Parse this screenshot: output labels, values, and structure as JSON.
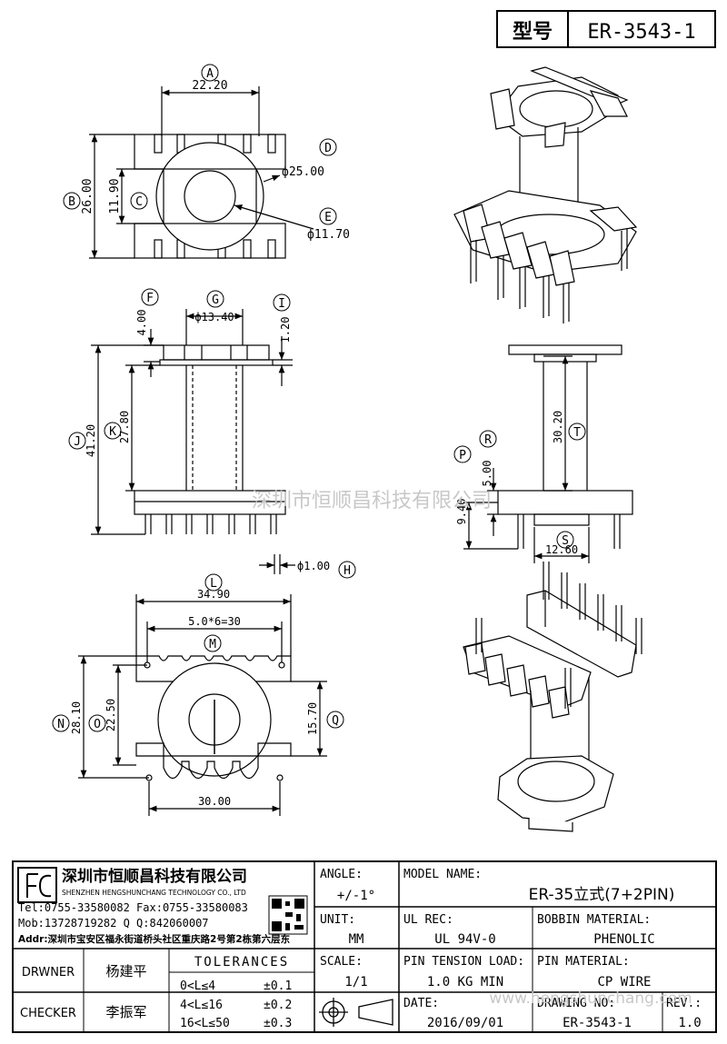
{
  "header": {
    "model_label": "型号",
    "model_value": "ER-3543-1"
  },
  "top_view": {
    "A": "A",
    "B": "B",
    "C": "C",
    "D": "D",
    "E": "E",
    "dim_a": "22.20",
    "dim_b": "26.00",
    "dim_c": "11.90",
    "dim_d": "ф25.00",
    "dim_e": "ф11.70"
  },
  "front_view": {
    "F": "F",
    "G": "G",
    "H": "H",
    "I": "I",
    "J": "J",
    "K": "K",
    "dim_f": "4.00",
    "dim_g": "ф13.40",
    "dim_h": "ф1.00",
    "dim_i": "1.20",
    "dim_j": "41.20",
    "dim_k": "27.80"
  },
  "side_view": {
    "P": "P",
    "R": "R",
    "S": "S",
    "T": "T",
    "dim_p": "9.40",
    "dim_r": "5.00",
    "dim_s": "12.60",
    "dim_t": "30.20"
  },
  "bottom_view": {
    "L": "L",
    "M": "M",
    "N": "N",
    "O": "O",
    "Q": "Q",
    "dim_l": "34.90",
    "dim_m": "5.0*6=30",
    "dim_n": "28.10",
    "dim_o": "22.50",
    "dim_q": "15.70",
    "dim_bottom": "30.00"
  },
  "watermark": {
    "company": "深圳市恒顺昌科技有限公司",
    "url": "www.hengshunchang.com"
  },
  "title_block": {
    "company_cn": "深圳市恒顺昌科技有限公司",
    "company_en": "SHENZHEN HENGSHUNCHANG TECHNOLOGY CO., LTD",
    "tel": "Tel:0755-33580082 Fax:0755-33580083",
    "mob": "Mob:13728719282    Q  Q:842060007",
    "addr": "Addr:深圳市宝安区福永街道桥头社区重庆路2号第2栋第六层东",
    "drawer_label": "DRWNER",
    "drawer_name": "杨建平",
    "checker_label": "CHECKER",
    "checker_name": "李振军",
    "tolerances_label": "TOLERANCES",
    "tol_1_range": "0<L≤4",
    "tol_1_val": "±0.1",
    "tol_2_range": "4<L≤16",
    "tol_2_val": "±0.2",
    "tol_3_range": "16<L≤50",
    "tol_3_val": "±0.3",
    "angle_label": "ANGLE:",
    "angle_value": "+/-1°",
    "unit_label": "UNIT:",
    "unit_value": "MM",
    "scale_label": "SCALE:",
    "scale_value": "1/1",
    "model_name_label": "MODEL NAME:",
    "model_name_value": "ER-35立式(7+2PIN)",
    "ul_label": "UL REC:",
    "ul_value": "UL 94V-0",
    "bobbin_label": "BOBBIN MATERIAL:",
    "bobbin_value": "PHENOLIC",
    "pin_tension_label": "PIN TENSION LOAD:",
    "pin_tension_value": "1.0 KG MIN",
    "pin_material_label": "PIN MATERIAL:",
    "pin_material_value": "CP WIRE",
    "date_label": "DATE:",
    "date_value": "2016/09/01",
    "drawing_no_label": "DRAWING NO:",
    "drawing_no_value": "ER-3543-1",
    "rev_label": "REV.:",
    "rev_value": "1.0"
  }
}
